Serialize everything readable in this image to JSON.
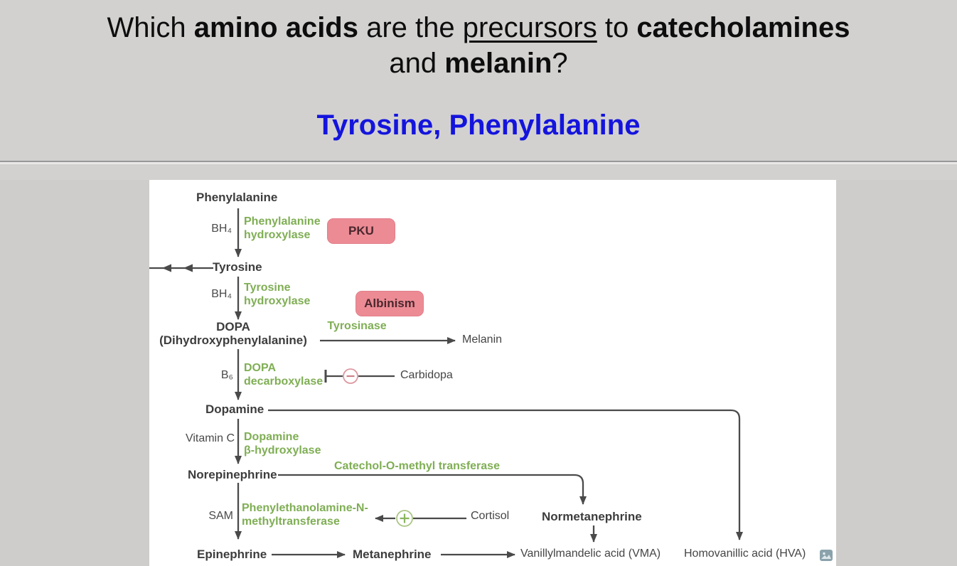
{
  "card": {
    "question": {
      "line1": {
        "t1": "Which ",
        "b1": "amino acids",
        "t2": " are the ",
        "u1": "precursors",
        "t3": " to ",
        "b2": "catecholamines"
      },
      "line2": {
        "t1": "and ",
        "b1": "melanin",
        "t2": "?"
      }
    },
    "answer": "Tyrosine, Phenylalanine"
  },
  "diagram": {
    "nodes": {
      "phenylalanine": "Phenylalanine",
      "tyrosine": "Tyrosine",
      "dopa_line1": "DOPA",
      "dopa_line2": "(Dihydroxyphenylalanine)",
      "dopamine": "Dopamine",
      "norepinephrine": "Norepinephrine",
      "epinephrine": "Epinephrine",
      "metanephrine": "Metanephrine",
      "normetanephrine": "Normetanephrine",
      "melanin": "Melanin",
      "vma": "Vanillylmandelic acid (VMA)",
      "hva": "Homovanillic acid (HVA)"
    },
    "enzymes": {
      "phenylalanine_hydroxylase_l1": "Phenylalanine",
      "phenylalanine_hydroxylase_l2": "hydroxylase",
      "tyrosine_hydroxylase_l1": "Tyrosine",
      "tyrosine_hydroxylase_l2": "hydroxylase",
      "tyrosinase": "Tyrosinase",
      "dopa_decarboxylase_l1": "DOPA",
      "dopa_decarboxylase_l2": "decarboxylase",
      "dopamine_b_hydroxylase_l1": "Dopamine",
      "dopamine_b_hydroxylase_l2": "β-hydroxylase",
      "comt": "Catechol-O-methyl transferase",
      "pnmt_l1": "Phenylethanolamine-N-",
      "pnmt_l2": "methyltransferase"
    },
    "cofactors": {
      "bh4_1": "BH₄",
      "bh4_2": "BH₄",
      "b6": "B₆",
      "vitamin_c": "Vitamin C",
      "sam": "SAM"
    },
    "diseases": {
      "pku": "PKU",
      "albinism": "Albinism"
    },
    "modulators": {
      "carbidopa": "Carbidopa",
      "cortisol": "Cortisol"
    }
  },
  "colors": {
    "answer_blue": "#1414dd",
    "enzyme_green": "#7fae54",
    "metabolite_gray": "#3d3d3d",
    "arrow_gray": "#4a4a4a",
    "disease_badge_bg": "#ec8b94",
    "disease_badge_text": "#4a272e",
    "inhibition_pink": "#cf7f88",
    "stimulation_green": "#8ab55e",
    "top_bg": "#d2d1d0",
    "bottom_bg": "#cecdcb",
    "panel_bg": "#ffffff"
  }
}
